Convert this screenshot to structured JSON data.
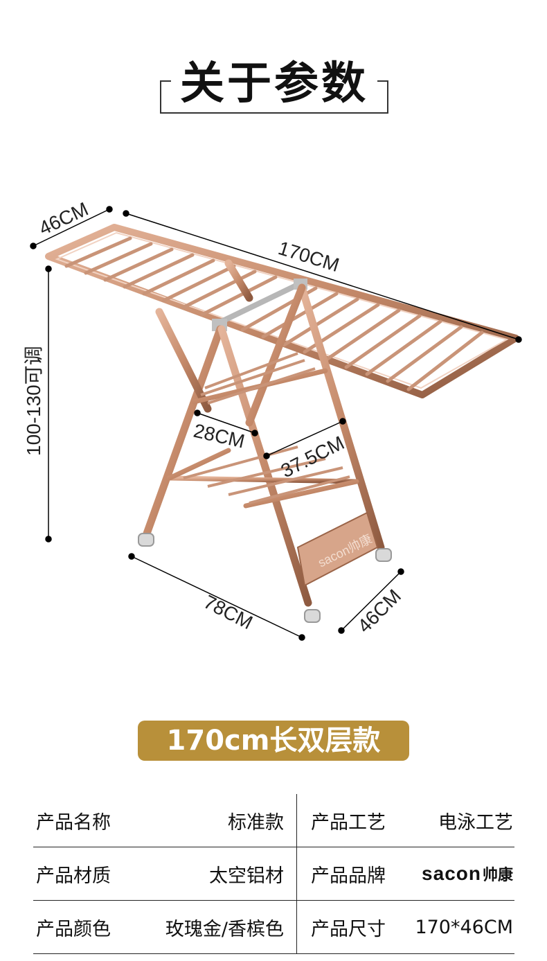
{
  "title": "关于参数",
  "dimensions": {
    "top_depth": "46CM",
    "top_length": "170CM",
    "height": "100-130可调",
    "shelf_inner": "28CM",
    "shelf_width": "37.5CM",
    "base_length": "78CM",
    "base_depth": "46CM"
  },
  "product_logo_text": "sacon帅康",
  "model_badge": "170cm长双层款",
  "spec_table": {
    "rows": [
      {
        "label1": "产品名称",
        "value1": "标准款",
        "label2": "产品工艺",
        "value2": "电泳工艺"
      },
      {
        "label1": "产品材质",
        "value1": "太空铝材",
        "label2": "产品品牌",
        "value2_latin": "sacon",
        "value2_cn": "帅康"
      },
      {
        "label1": "产品颜色",
        "value1": "玫瑰金/香槟色",
        "label2": "产品尺寸",
        "value2": "170*46CM"
      }
    ]
  },
  "colors": {
    "frame": "#c58a6a",
    "frame_dark": "#8e5a40",
    "badge": "#b8903a"
  }
}
